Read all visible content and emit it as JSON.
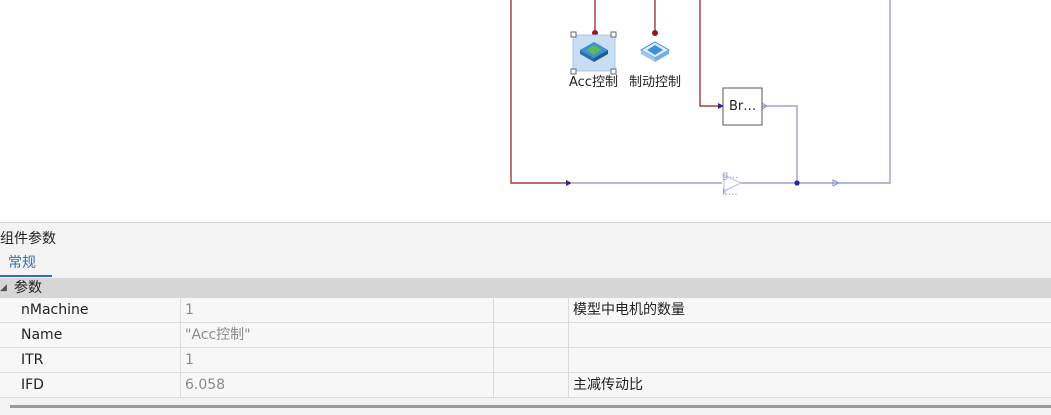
{
  "diagram": {
    "blocks": [
      {
        "label": "Acc控制",
        "selected": true,
        "icon": "cube-icon"
      },
      {
        "label": "制动控制",
        "selected": false,
        "icon": "cube-icon"
      }
    ],
    "br_block": {
      "label": "Br…"
    },
    "gain_block": {
      "label_top": "g…",
      "label_bottom": "k…"
    },
    "colors": {
      "signal_red": "#8b1a1a",
      "signal_blue": "#8a8fc7",
      "selection": "#c9ddf3"
    }
  },
  "panel": {
    "title": "组件参数",
    "tab": "常规",
    "group": "参数",
    "rows": [
      {
        "name": "nMachine",
        "value": "1",
        "description": "模型中电机的数量"
      },
      {
        "name": "Name",
        "value": "\"Acc控制\"",
        "description": ""
      },
      {
        "name": "ITR",
        "value": "1",
        "description": ""
      },
      {
        "name": "IFD",
        "value": "6.058",
        "description": "主减传动比"
      }
    ]
  }
}
